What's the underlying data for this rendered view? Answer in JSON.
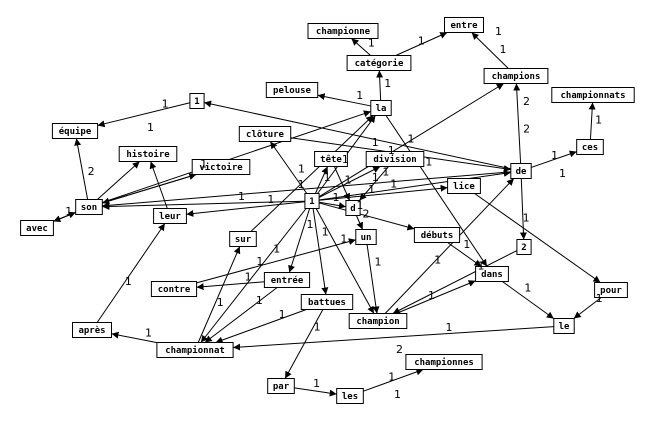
{
  "nodes": [
    {
      "id": "championne",
      "label": "championne"
    },
    {
      "id": "entre",
      "label": "entre"
    },
    {
      "id": "categorie",
      "label": "catégorie"
    },
    {
      "id": "champions",
      "label": "champions"
    },
    {
      "id": "championnats",
      "label": "championnats"
    },
    {
      "id": "pelouse",
      "label": "pelouse"
    },
    {
      "id": "la",
      "label": "la"
    },
    {
      "id": "n1top",
      "label": "1"
    },
    {
      "id": "equipe",
      "label": "équipe"
    },
    {
      "id": "cloture",
      "label": "clôture"
    },
    {
      "id": "histoire",
      "label": "histoire"
    },
    {
      "id": "victoire",
      "label": "victoire"
    },
    {
      "id": "tete",
      "label": "tête"
    },
    {
      "id": "division",
      "label": "division"
    },
    {
      "id": "de",
      "label": "de"
    },
    {
      "id": "ces",
      "label": "ces"
    },
    {
      "id": "son",
      "label": "son"
    },
    {
      "id": "avec",
      "label": "avec"
    },
    {
      "id": "leur",
      "label": "leur"
    },
    {
      "id": "n1mid",
      "label": "1"
    },
    {
      "id": "d",
      "label": "d"
    },
    {
      "id": "lice",
      "label": "lice"
    },
    {
      "id": "un",
      "label": "un"
    },
    {
      "id": "debuts",
      "label": "débuts"
    },
    {
      "id": "sur",
      "label": "sur"
    },
    {
      "id": "n2",
      "label": "2"
    },
    {
      "id": "contre",
      "label": "contre"
    },
    {
      "id": "entree",
      "label": "entrée"
    },
    {
      "id": "dans",
      "label": "dans"
    },
    {
      "id": "pour",
      "label": "pour"
    },
    {
      "id": "battues",
      "label": "battues"
    },
    {
      "id": "apres",
      "label": "après"
    },
    {
      "id": "champion",
      "label": "champion"
    },
    {
      "id": "le",
      "label": "le"
    },
    {
      "id": "championnat",
      "label": "championnat"
    },
    {
      "id": "championnes",
      "label": "championnes"
    },
    {
      "id": "par",
      "label": "par"
    },
    {
      "id": "les",
      "label": "les"
    }
  ],
  "edges": [
    {
      "from": "categorie",
      "to": "championne",
      "label": "1"
    },
    {
      "from": "categorie",
      "to": "entre",
      "label": "1"
    },
    {
      "from": "de",
      "to": "champions",
      "label": "2"
    },
    {
      "from": "champions",
      "to": "entre",
      "label": "1"
    },
    {
      "from": "ces",
      "to": "championnats",
      "label": "1"
    },
    {
      "from": "la",
      "to": "categorie",
      "label": "1"
    },
    {
      "from": "la",
      "to": "pelouse",
      "label": "1"
    },
    {
      "from": "de",
      "to": "n1top",
      "label": "1"
    },
    {
      "from": "n1top",
      "to": "equipe",
      "label": "1"
    },
    {
      "from": "son",
      "to": "equipe",
      "label": "2"
    },
    {
      "from": "son",
      "to": "histoire",
      "label": ""
    },
    {
      "from": "son",
      "to": "victoire",
      "label": ""
    },
    {
      "from": "son",
      "to": "la",
      "label": "1"
    },
    {
      "from": "cloture",
      "to": "de",
      "label": "1"
    },
    {
      "from": "n1mid",
      "to": "cloture",
      "label": "1"
    },
    {
      "from": "n1mid",
      "to": "tete",
      "label": "1"
    },
    {
      "from": "n1mid",
      "to": "la",
      "label": "1"
    },
    {
      "from": "n1mid",
      "to": "division",
      "label": "1"
    },
    {
      "from": "n1mid",
      "to": "champions",
      "label": "1"
    },
    {
      "from": "n1mid",
      "to": "de",
      "label": "1"
    },
    {
      "from": "n1mid",
      "to": "lice",
      "label": "1"
    },
    {
      "from": "n1mid",
      "to": "son",
      "label": "1"
    },
    {
      "from": "n1mid",
      "to": "leur",
      "label": "1"
    },
    {
      "from": "n1mid",
      "to": "d",
      "label": "1"
    },
    {
      "from": "n1mid",
      "to": "debuts",
      "label": "1"
    },
    {
      "from": "n1mid",
      "to": "entree",
      "label": "1"
    },
    {
      "from": "n1mid",
      "to": "battues",
      "label": "1"
    },
    {
      "from": "n1mid",
      "to": "champion",
      "label": "1"
    },
    {
      "from": "n1mid",
      "to": "championnat",
      "label": "1"
    },
    {
      "from": "de",
      "to": "ces",
      "label": "1"
    },
    {
      "from": "de",
      "to": "son",
      "label": "1"
    },
    {
      "from": "de",
      "to": "n2",
      "label": ""
    },
    {
      "from": "tete",
      "to": "d",
      "label": ""
    },
    {
      "from": "division",
      "to": "d",
      "label": "1"
    },
    {
      "from": "la",
      "to": "dans",
      "label": "1"
    },
    {
      "from": "d",
      "to": "un",
      "label": "2"
    },
    {
      "from": "un",
      "to": "champion",
      "label": "1"
    },
    {
      "from": "debuts",
      "to": "dans",
      "label": "1"
    },
    {
      "from": "lice",
      "to": "pour",
      "label": "1"
    },
    {
      "from": "pour",
      "to": "le",
      "label": "1"
    },
    {
      "from": "dans",
      "to": "le",
      "label": "1"
    },
    {
      "from": "le",
      "to": "championnat",
      "label": "1"
    },
    {
      "from": "n2",
      "to": "champion",
      "label": "1"
    },
    {
      "from": "champion",
      "to": "dans",
      "label": "1"
    },
    {
      "from": "champion",
      "to": "de",
      "label": "1"
    },
    {
      "from": "championnat",
      "to": "apres",
      "label": "1"
    },
    {
      "from": "apres",
      "to": "leur",
      "label": "1"
    },
    {
      "from": "leur",
      "to": "histoire",
      "label": ""
    },
    {
      "from": "victoire",
      "to": "son",
      "label": ""
    },
    {
      "from": "avec",
      "to": "son",
      "label": "1"
    },
    {
      "from": "son",
      "to": "avec",
      "label": ""
    },
    {
      "from": "championnat",
      "to": "sur",
      "label": "1"
    },
    {
      "from": "sur",
      "to": "la",
      "label": "1"
    },
    {
      "from": "contre",
      "to": "un",
      "label": "1"
    },
    {
      "from": "entree",
      "to": "contre",
      "label": "1"
    },
    {
      "from": "battues",
      "to": "championnat",
      "label": "1"
    },
    {
      "from": "battues",
      "to": "par",
      "label": "1"
    },
    {
      "from": "par",
      "to": "les",
      "label": "1"
    },
    {
      "from": "les",
      "to": "championnes",
      "label": "1"
    },
    {
      "from": "entree",
      "to": "championnat",
      "label": "1"
    }
  ],
  "free_labels": [
    "2",
    "1",
    "1",
    "1",
    "2",
    "1"
  ]
}
